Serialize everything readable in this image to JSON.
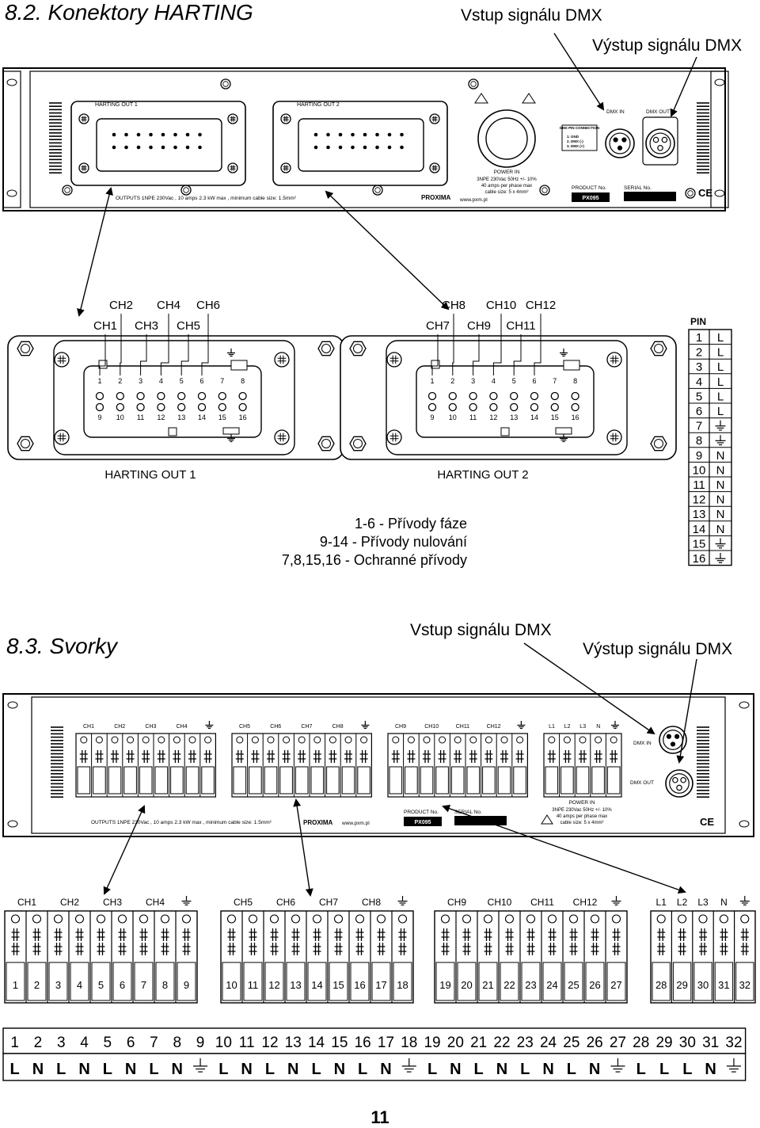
{
  "section_harting": {
    "title": "8.2. Konektory HARTING",
    "dmx_in": "Vstup signálu DMX",
    "dmx_out": "Výstup signálu DMX"
  },
  "section_terminals": {
    "title": "8.3. Svorky",
    "dmx_in": "Vstup signálu DMX",
    "dmx_out": "Výstup signálu DMX"
  },
  "panel": {
    "harting_out_1": "HARTING OUT 1",
    "harting_out_2": "HARTING OUT 2",
    "power_in": "POWER IN",
    "power_spec": [
      "3NPE 230Vac 50Hz +/- 10%",
      "40 amps per phase max",
      "cable size: 5 x 4mm²"
    ],
    "outputs": "OUTPUTS 1NPE 230Vac , 10 amps 2.3 kW max , minimum cable size: 1.5mm²",
    "product_label": "PRODUCT No.",
    "product_no": "PX095",
    "serial_label": "SERIAL No.",
    "brand": "PROXIMA",
    "website": "www.pxm.pl",
    "dmx_in": "DMX IN",
    "dmx_out": "DMX OUT",
    "dmx_pin_title": "DMX PIN CONNECTION",
    "dmx_pins": [
      "1. GND",
      "2. DMX (-)",
      "3. DMX (+)"
    ],
    "ce": "CE"
  },
  "connector1": {
    "ch_top": [
      "CH2",
      "CH4",
      "CH6"
    ],
    "ch_bottom": [
      "CH1",
      "CH3",
      "CH5"
    ],
    "name": "HARTING OUT 1"
  },
  "connector2": {
    "ch_top": [
      "CH8",
      "CH10",
      "CH12"
    ],
    "ch_bottom": [
      "CH7",
      "CH9",
      "CH11"
    ],
    "name": "HARTING OUT 2"
  },
  "pin_row_top": [
    "1",
    "2",
    "3",
    "4",
    "5",
    "6",
    "7",
    "8"
  ],
  "pin_row_bottom": [
    "9",
    "10",
    "11",
    "12",
    "13",
    "14",
    "15",
    "16"
  ],
  "legend": [
    "1-6 - Přívody fáze",
    "9-14 - Přívody nulování",
    "7,8,15,16 - Ochranné přívody"
  ],
  "pin_table": {
    "header": "PIN",
    "rows": [
      [
        "1",
        "L"
      ],
      [
        "2",
        "L"
      ],
      [
        "3",
        "L"
      ],
      [
        "4",
        "L"
      ],
      [
        "5",
        "L"
      ],
      [
        "6",
        "L"
      ],
      [
        "7",
        "⏚"
      ],
      [
        "8",
        "⏚"
      ],
      [
        "9",
        "N"
      ],
      [
        "10",
        "N"
      ],
      [
        "11",
        "N"
      ],
      [
        "12",
        "N"
      ],
      [
        "13",
        "N"
      ],
      [
        "14",
        "N"
      ],
      [
        "15",
        "⏚"
      ],
      [
        "16",
        "⏚"
      ]
    ]
  },
  "terminal_groups": [
    {
      "labels": [
        "CH1",
        "CH2",
        "CH3",
        "CH4",
        "⏚"
      ],
      "numbers": [
        "1",
        "2",
        "3",
        "4",
        "5",
        "6",
        "7",
        "8",
        "9"
      ]
    },
    {
      "labels": [
        "CH5",
        "CH6",
        "CH7",
        "CH8",
        "⏚"
      ],
      "numbers": [
        "10",
        "11",
        "12",
        "13",
        "14",
        "15",
        "16",
        "17",
        "18"
      ]
    },
    {
      "labels": [
        "CH9",
        "CH10",
        "CH11",
        "CH12",
        "⏚"
      ],
      "numbers": [
        "19",
        "20",
        "21",
        "22",
        "23",
        "24",
        "25",
        "26",
        "27"
      ]
    },
    {
      "labels": [
        "L1",
        "L2",
        "L3",
        "N",
        "⏚"
      ],
      "numbers": [
        "28",
        "29",
        "30",
        "31",
        "32"
      ]
    }
  ],
  "terminal_table": {
    "numbers": [
      "1",
      "2",
      "3",
      "4",
      "5",
      "6",
      "7",
      "8",
      "9",
      "10",
      "11",
      "12",
      "13",
      "14",
      "15",
      "16",
      "17",
      "18",
      "19",
      "20",
      "21",
      "22",
      "23",
      "24",
      "25",
      "26",
      "27",
      "28",
      "29",
      "30",
      "31",
      "32"
    ],
    "functions": [
      "L",
      "N",
      "L",
      "N",
      "L",
      "N",
      "L",
      "N",
      "⏚",
      "L",
      "N",
      "L",
      "N",
      "L",
      "N",
      "L",
      "N",
      "⏚",
      "L",
      "N",
      "L",
      "N",
      "L",
      "N",
      "L",
      "N",
      "⏚",
      "L",
      "L",
      "L",
      "N",
      "⏚"
    ]
  },
  "page_number": "11"
}
